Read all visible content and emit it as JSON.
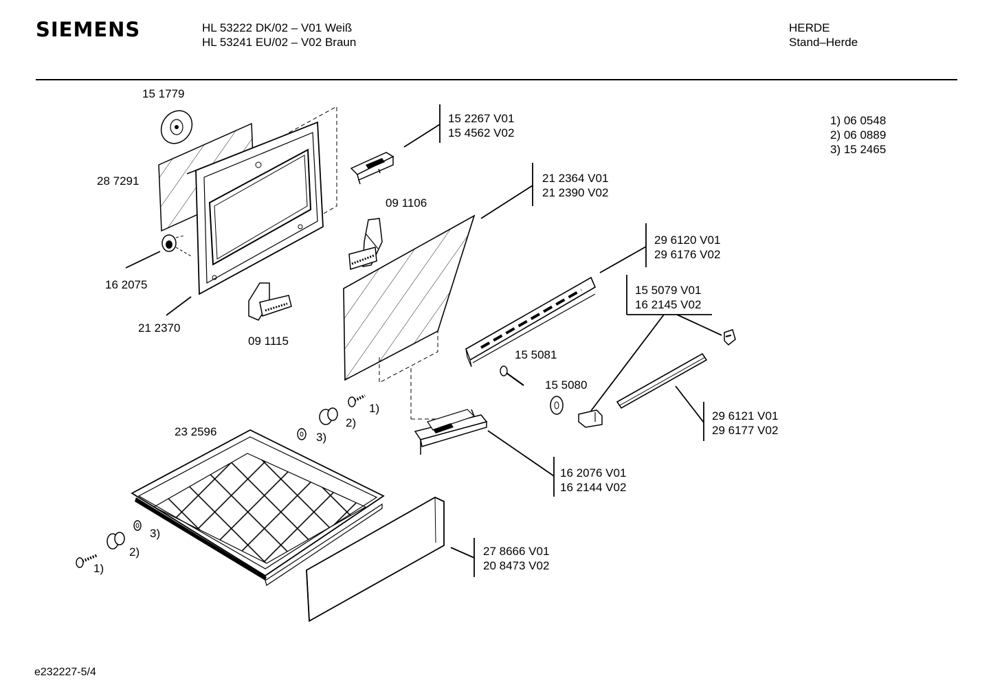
{
  "header": {
    "brand": "SIEMENS",
    "model_lines": [
      "HL 53222 DK/02 – V01 Weiß",
      "HL 53241 EU/02 – V02 Braun"
    ],
    "category": "HERDE",
    "subcategory": "Stand–Herde"
  },
  "footnotes": [
    "1) 06 0548",
    "2) 06 0889",
    "3) 15 2465"
  ],
  "parts": {
    "p151779": "15 1779",
    "p287291": "28 7291",
    "p162075": "16 2075",
    "p212370": "21 2370",
    "p091115": "09 1115",
    "p091106": "09 1106",
    "p152267": [
      "15 2267 V01",
      "15 4562 V02"
    ],
    "p212364": [
      "21 2364 V01",
      "21 2390 V02"
    ],
    "p296120": [
      "29 6120 V01",
      "29 6176 V02"
    ],
    "p155079": [
      "15 5079 V01",
      "16 2145 V02"
    ],
    "p155081": "15 5081",
    "p155080": "15 5080",
    "p296121": [
      "29 6121 V01",
      "29 6177 V02"
    ],
    "p162076": [
      "16 2076 V01",
      "16 2144 V02"
    ],
    "p232596": "23 2596",
    "p278666": [
      "27 8666 V01",
      "20 8473 V02"
    ]
  },
  "callouts": {
    "c1_upper": "1)",
    "c2_upper": "2)",
    "c3_upper": "3)",
    "c1_lower": "1)",
    "c2_lower": "2)",
    "c3_lower": "3)"
  },
  "footer": {
    "doc_id": "e232227-5/4"
  }
}
